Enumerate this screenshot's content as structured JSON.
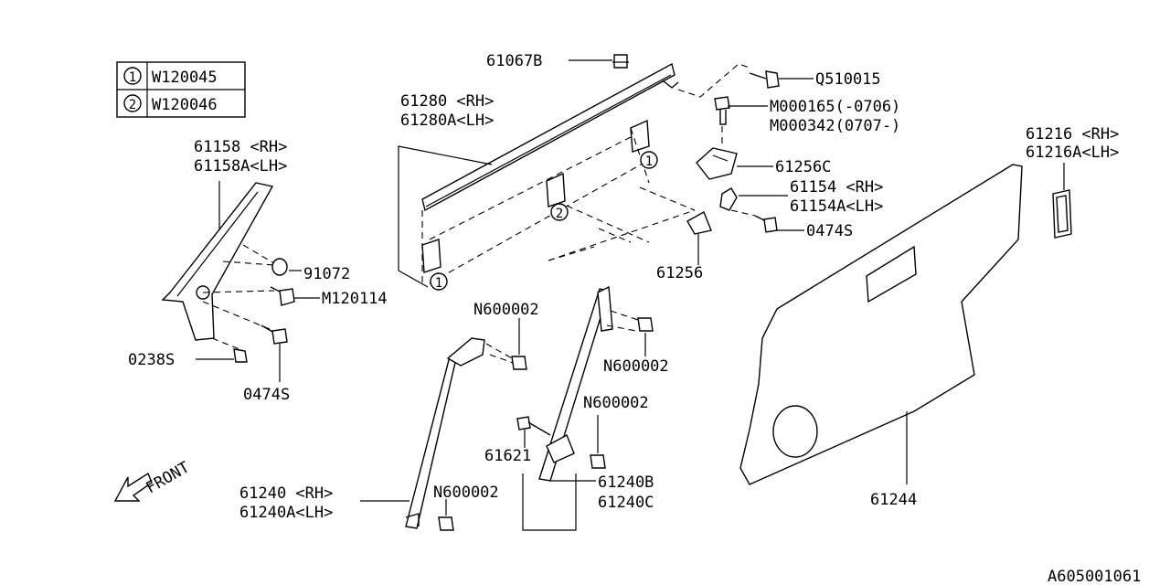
{
  "legend": [
    {
      "symbol": "1",
      "code": "W120045"
    },
    {
      "symbol": "2",
      "code": "W120046"
    }
  ],
  "labels": {
    "p61067b": "61067B",
    "q510015": "Q510015",
    "p61280": "61280 <RH>",
    "p61280a": "61280A<LH>",
    "m000165": "M000165(-0706)",
    "m000342": "M000342(0707-)",
    "p61158": "61158 <RH>",
    "p61158a": "61158A<LH>",
    "p61256c": "61256C",
    "p61216": "61216 <RH>",
    "p61216a": "61216A<LH>",
    "p61154": "61154 <RH>",
    "p61154a": "61154A<LH>",
    "p0474s_right": "0474S",
    "p91072": "91072",
    "p61256": "61256",
    "m120114": "M120114",
    "n600002_a": "N600002",
    "n600002_b": "N600002",
    "n600002_c": "N600002",
    "n600002_d": "N600002",
    "p0238s": "0238S",
    "p0474s_left": "0474S",
    "p61621": "61621",
    "p61240b": "61240B",
    "p61240c": "61240C",
    "p61240": "61240 <RH>",
    "p61240a": "61240A<LH>",
    "p61244": "61244",
    "front": "FRONT",
    "diagram_id": "A605001061"
  },
  "callouts": {
    "c1a": "1",
    "c1b": "1",
    "c2": "2"
  }
}
